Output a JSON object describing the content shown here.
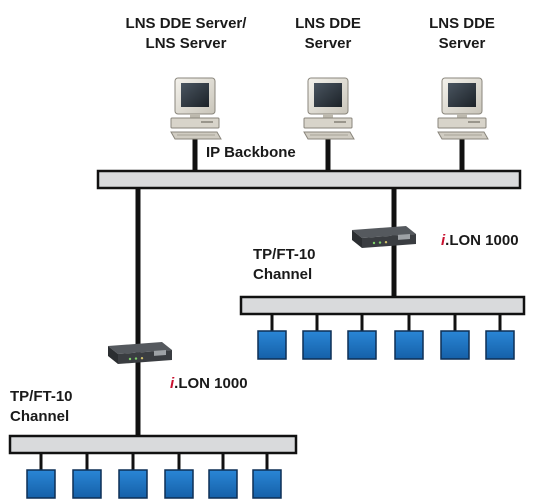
{
  "servers": [
    {
      "line1": "LNS DDE Server/",
      "line2": "LNS Server"
    },
    {
      "line1": "LNS DDE",
      "line2": "Server"
    },
    {
      "line1": "LNS DDE",
      "line2": "Server"
    }
  ],
  "backbone_label": "IP Backbone",
  "routers": [
    {
      "prefix": "i",
      "name": ".LON 1000"
    },
    {
      "prefix": "i",
      "name": ".LON 1000"
    }
  ],
  "channels": [
    {
      "line1": "TP/FT-10",
      "line2": "Channel"
    },
    {
      "line1": "TP/FT-10",
      "line2": "Channel"
    }
  ],
  "colors": {
    "bus_fill": "#d9dadc",
    "line": "#111111",
    "device_fill": "#1a73c4",
    "ilon_accent": "#c8102e"
  },
  "icons": {
    "server": "computer-icon",
    "router": "router-icon",
    "device": "device-icon"
  }
}
